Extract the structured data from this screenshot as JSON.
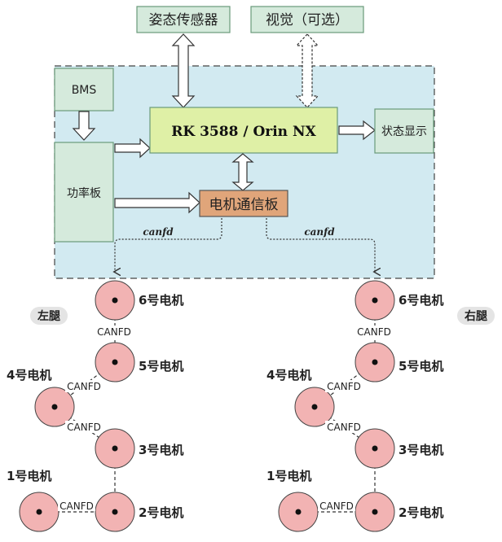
{
  "colors": {
    "panel_bg": "#d2eaf1",
    "green_box": "#d5eadc",
    "green_box_stroke": "#6a9a7a",
    "soc_box": "#dff0a6",
    "comm_box": "#e0a57a",
    "motor_fill": "#f2b3b3",
    "leg_badge": "#e4e4e4"
  },
  "boxes": {
    "attitude_sensor": "姿态传感器",
    "vision": "视觉（可选）",
    "bms": "BMS",
    "power_board": "功率板",
    "soc": "RK 3588 / Orin NX",
    "status_display": "状态显示",
    "motor_comm_board": "电机通信板"
  },
  "bus_labels": {
    "canfd_left": "canfd",
    "canfd_right": "canfd"
  },
  "legs": {
    "left": {
      "label": "左腿",
      "motors": {
        "m6": "6号电机",
        "m5": "5号电机",
        "m4": "4号电机",
        "m3": "3号电机",
        "m2": "2号电机",
        "m1": "1号电机"
      },
      "links": {
        "l65": "CANFD",
        "l54": "CANFD",
        "l43": "CANFD",
        "l12": "CANFD"
      }
    },
    "right": {
      "label": "右腿",
      "motors": {
        "m6": "6号电机",
        "m5": "5号电机",
        "m4": "4号电机",
        "m3": "3号电机",
        "m2": "2号电机",
        "m1": "1号电机"
      },
      "links": {
        "l65": "CANFD",
        "l54": "CANFD",
        "l43": "CANFD",
        "l12": "CANFD"
      }
    }
  }
}
